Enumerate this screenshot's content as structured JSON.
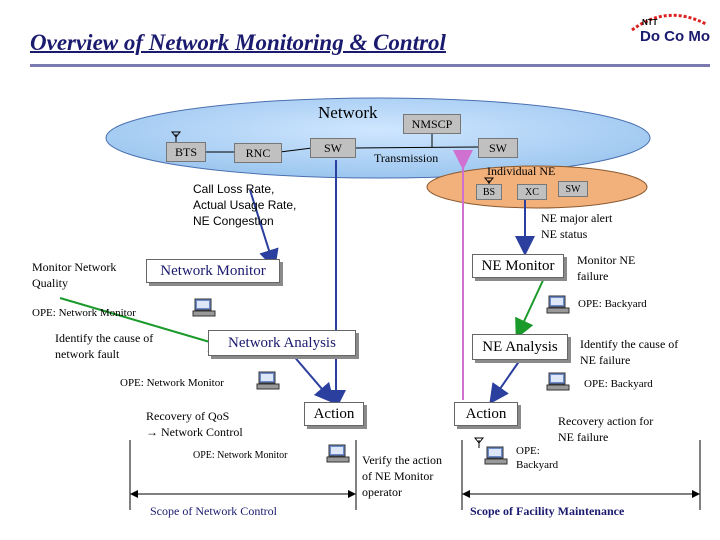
{
  "title": "Overview of Network Monitoring & Control",
  "logo": {
    "top": "NTT",
    "word": "Do Co Mo"
  },
  "network": {
    "label": "Network",
    "nmscp": "NMSCP",
    "bts": "BTS",
    "rnc": "RNC",
    "sw_left": "SW",
    "sw_right": "SW",
    "transmission": "Transmission",
    "individual_ne": "Individual NE",
    "bs": "BS",
    "xc": "XC",
    "sw_ne": "SW"
  },
  "left": {
    "metrics": [
      "Call Loss Rate,",
      "Actual Usage Rate,",
      "NE Congestion"
    ],
    "monitor_quality": [
      "Monitor Network",
      "Quality"
    ],
    "network_monitor": "Network Monitor",
    "ope1": "OPE: Network Monitor",
    "identify_fault": [
      "Identify the cause of",
      "network fault"
    ],
    "network_analysis": "Network Analysis",
    "ope2": "OPE: Network Monitor",
    "recovery_qos": [
      "Recovery of QoS",
      "→ Network Control"
    ],
    "action": "Action",
    "ope3": "OPE: Network Monitor",
    "scope": "Scope of Network Control"
  },
  "right": {
    "ne_alert": [
      "NE major alert",
      "NE status"
    ],
    "ne_monitor": "NE Monitor",
    "monitor_ne_failure": [
      "Monitor NE",
      "failure"
    ],
    "ope1": "OPE: Backyard",
    "ne_analysis": "NE Analysis",
    "identify_ne": [
      "Identify the cause of",
      "NE failure"
    ],
    "ope2": "OPE: Backyard",
    "action": "Action",
    "recovery_ne": [
      "Recovery action for",
      "NE failure"
    ],
    "ope3": [
      "OPE:",
      "Backyard"
    ],
    "scope": "Scope of Facility Maintenance"
  },
  "center": {
    "verify": [
      "Verify the action",
      "of NE Monitor",
      "operator"
    ]
  }
}
